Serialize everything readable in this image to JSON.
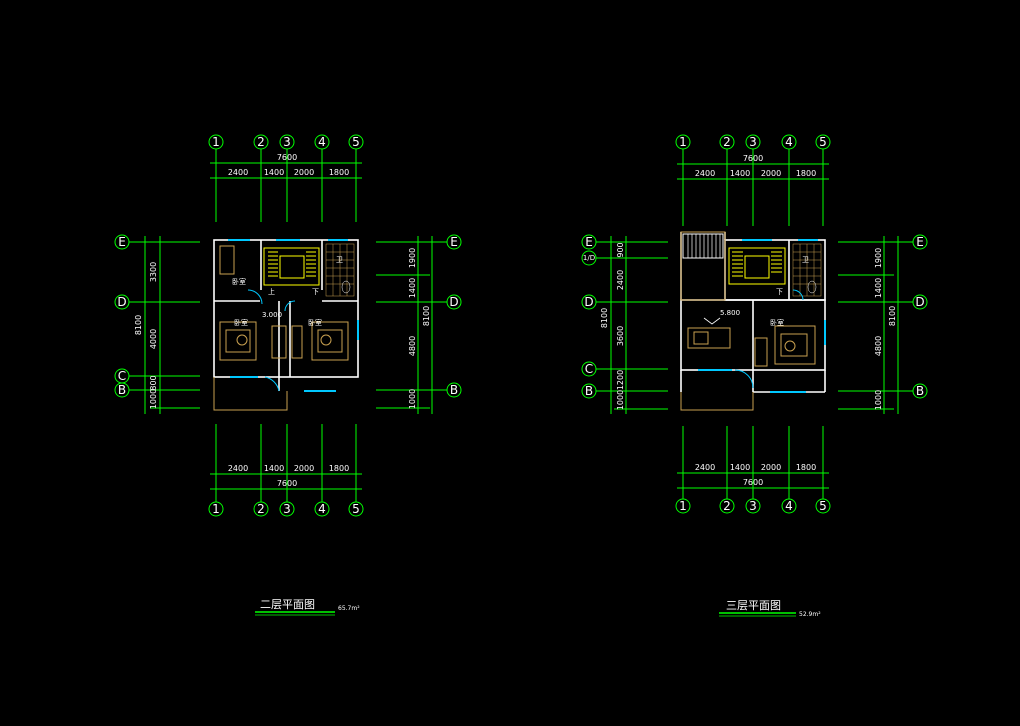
{
  "plans": [
    {
      "id": "second-floor",
      "title": "二层平面图",
      "area": "65.7m²",
      "col_axes": [
        "1",
        "2",
        "3",
        "4",
        "5"
      ],
      "row_axes_left": [
        "E",
        "D",
        "C",
        "B"
      ],
      "row_axes_right": [
        "E",
        "D",
        "B"
      ],
      "segments_x": [
        "2400",
        "1400",
        "2000",
        "1800"
      ],
      "total_x": "7600",
      "dims_left": [
        "3300",
        "4000",
        "800",
        "1000"
      ],
      "total_left": "8100",
      "dims_right": [
        "1900",
        "1400",
        "4800",
        "1000"
      ],
      "total_right": "8100",
      "rooms": [
        "卧室",
        "卧室",
        "卧室",
        "卫"
      ],
      "level": "3.000",
      "stair_up": "上",
      "stair_down": "下"
    },
    {
      "id": "third-floor",
      "title": "三层平面图",
      "area": "52.9m²",
      "col_axes": [
        "1",
        "2",
        "3",
        "4",
        "5"
      ],
      "row_axes_left": [
        "E",
        "1/D",
        "D",
        "C",
        "B"
      ],
      "row_axes_right": [
        "E",
        "D",
        "B"
      ],
      "segments_x": [
        "2400",
        "1400",
        "2000",
        "1800"
      ],
      "total_x": "7600",
      "dims_left": [
        "900",
        "2400",
        "3600",
        "1200",
        "1000"
      ],
      "total_left": "8100",
      "dims_right": [
        "1900",
        "1400",
        "4800",
        "1000"
      ],
      "total_right": "8100",
      "rooms": [
        "卧室",
        "卫"
      ],
      "level": "5.800",
      "stair_down": "下"
    }
  ],
  "colors": {
    "axis": "#00ff00",
    "dimension": "#00ff00",
    "wall": "#ffffff",
    "furniture": "#c8a050",
    "window": "#00c8ff",
    "stair": "#ffff00",
    "text": "#ffffff"
  }
}
